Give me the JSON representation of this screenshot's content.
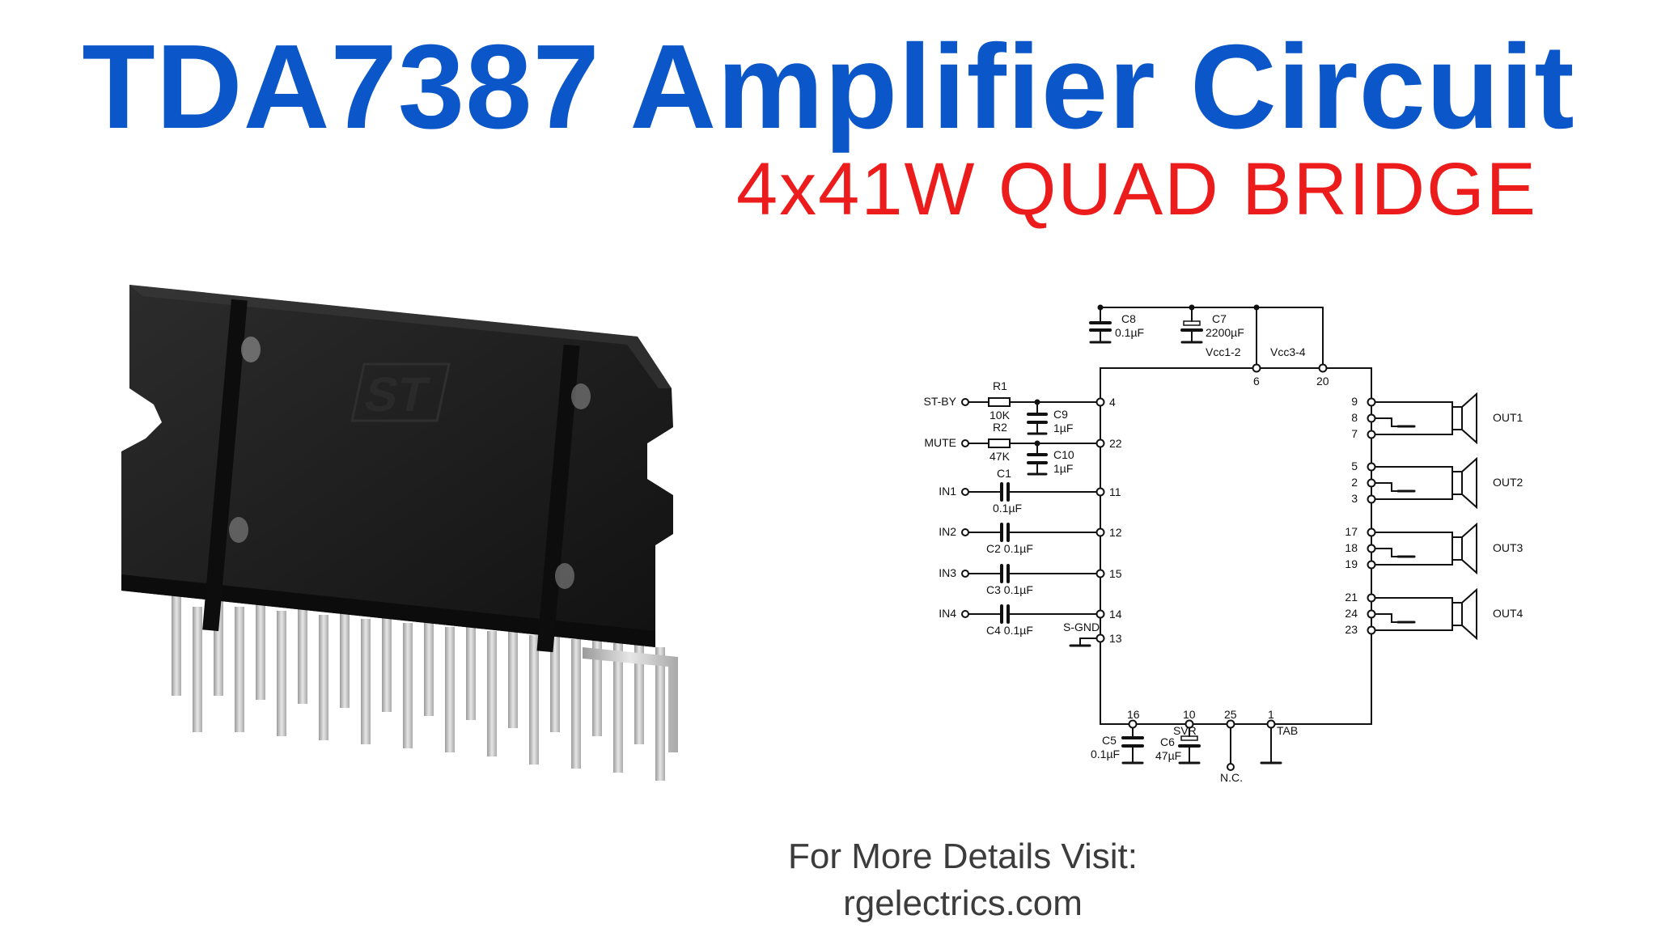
{
  "title": "TDA7387 Amplifier Circuit",
  "subtitle": "4x41W QUAD BRIDGE",
  "colors": {
    "title": "#0b57c9",
    "subtitle": "#ec1c1c",
    "footer": "#3c3c3c",
    "chip_body": "#1f1f1f",
    "pins": "#c8c8c8"
  },
  "footer": {
    "line1": "For More Details Visit:",
    "line2": "rgelectrics.com"
  },
  "chip_image": {
    "logo": "ST",
    "pin_count": 25
  },
  "schematic": {
    "power": {
      "c8_name": "C8",
      "c8_value": "0.1µF",
      "c7_name": "C7",
      "c7_value": "2200µF",
      "vcc12": "Vcc1-2",
      "vcc34": "Vcc3-4",
      "pin_vcc12": "6",
      "pin_vcc34": "20"
    },
    "inputs": [
      {
        "signal": "ST-BY",
        "pin": "4",
        "res_name": "R1",
        "res_value": "10K",
        "cap_name": "C9",
        "cap_value": "1µF"
      },
      {
        "signal": "MUTE",
        "pin": "22",
        "res_name": "R2",
        "res_value": "47K",
        "cap_name": "C10",
        "cap_value": "1µF"
      },
      {
        "signal": "IN1",
        "pin": "11",
        "cap_top": "C1",
        "cap_bottom": "0.1µF"
      },
      {
        "signal": "IN2",
        "pin": "12",
        "cap_bottom": "C2 0.1µF"
      },
      {
        "signal": "IN3",
        "pin": "15",
        "cap_bottom": "C3 0.1µF"
      },
      {
        "signal": "IN4",
        "pin": "14",
        "cap_bottom": "C4 0.1µF"
      }
    ],
    "sgnd": {
      "label": "S-GND",
      "pin": "13"
    },
    "outputs": [
      {
        "label": "OUT1",
        "pins": [
          "9",
          "8",
          "7"
        ]
      },
      {
        "label": "OUT2",
        "pins": [
          "5",
          "2",
          "3"
        ]
      },
      {
        "label": "OUT3",
        "pins": [
          "17",
          "18",
          "19"
        ]
      },
      {
        "label": "OUT4",
        "pins": [
          "21",
          "24",
          "23"
        ]
      }
    ],
    "bottom": {
      "pin16": "16",
      "pin10": "10",
      "pin25": "25",
      "pin1": "1",
      "svr": "SVR",
      "tab": "TAB",
      "nc": "N.C.",
      "c5_name": "C5",
      "c5_value": "0.1µF",
      "c6_name": "C6",
      "c6_value": "47µF"
    }
  }
}
